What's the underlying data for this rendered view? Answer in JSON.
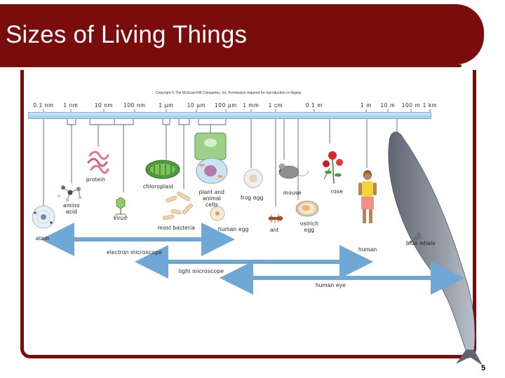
{
  "title": "Sizes of Living Things",
  "copyright": "Copyright © The McGraw-Hill Companies, Inc. Permission required for reproduction or display.",
  "scale_ticks": [
    "0.1 nm",
    "1 nm",
    "10 nm",
    "100 nm",
    "1 µm",
    "10 µm",
    "100 µm",
    "1 mm",
    "1 cm",
    "0.1 m",
    "1 m",
    "10 m",
    "100 m",
    "1 km"
  ],
  "organisms": {
    "atom": "atom",
    "amino_acid_1": "amino",
    "amino_acid_2": "acid",
    "protein": "protein",
    "virus": "virus",
    "chloroplast": "chloroplast",
    "most_bacteria": "most bacteria",
    "cells_1": "plant and",
    "cells_2": "animal",
    "cells_3": "cells",
    "human_egg": "human egg",
    "frog_egg": "frog egg",
    "ant": "ant",
    "mouse": "mouse",
    "ostrich_egg_1": "ostrich",
    "ostrich_egg_2": "egg",
    "rose": "rose",
    "human": "human",
    "blue_whale": "blue whale"
  },
  "ranges": {
    "electron_microscope": "electron microscope",
    "light_microscope": "light microscope",
    "human_eye": "human eye"
  },
  "colors": {
    "banner": "#7a0c0c",
    "scale_bar": "#9fcbe8",
    "range_arrow": "#6fa7d6"
  },
  "page_number": "5"
}
